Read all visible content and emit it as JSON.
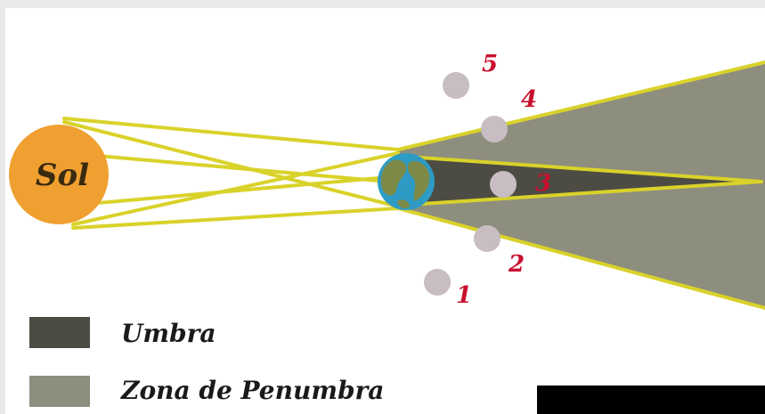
{
  "sun": {
    "label": "Sol",
    "color": "#F0A030"
  },
  "moon_positions": [
    {
      "label": "1"
    },
    {
      "label": "2"
    },
    {
      "label": "3"
    },
    {
      "label": "4"
    },
    {
      "label": "5"
    }
  ],
  "legend": {
    "umbra": {
      "label": "Umbra",
      "color": "#4D4C44"
    },
    "penumbra": {
      "label": "Zona de Penumbra",
      "color": "#8E8E7E"
    }
  },
  "colors": {
    "rays": "#D9D22A",
    "moon": "#C7BDC2",
    "moon_labels": "#C8102E",
    "earth_ocean": "#2E9BC4",
    "earth_land": "#7E8A48"
  }
}
